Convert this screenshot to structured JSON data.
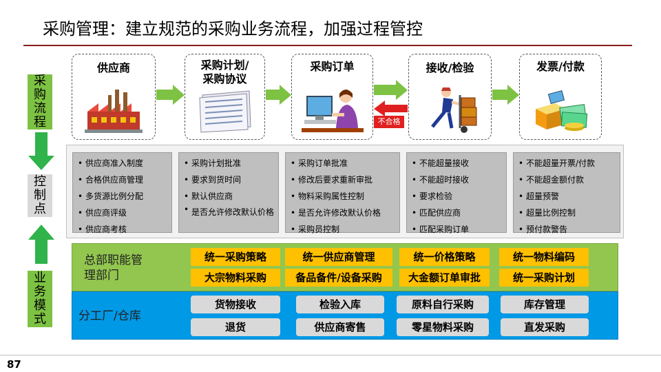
{
  "title": "采购管理：建立规范的采购业务流程，加强过程管控",
  "page_number": "87",
  "side_labels": {
    "flow": [
      "采",
      "购",
      "流",
      "程"
    ],
    "control": [
      "控",
      "制",
      "点"
    ],
    "mode": [
      "业",
      "务",
      "模",
      "式"
    ]
  },
  "stages": [
    {
      "title": "供应商",
      "icon": "factory-icon"
    },
    {
      "title_line1": "采购计划/",
      "title_line2": "采购协议",
      "icon": "document-stack-icon"
    },
    {
      "title": "采购订单",
      "icon": "clerk-computer-icon"
    },
    {
      "title": "接收/检验",
      "icon": "hand-truck-icon"
    },
    {
      "title": "发票/付款",
      "icon": "money-icon"
    }
  ],
  "reject_label": "不合格",
  "control_points": [
    [
      "供应商准入制度",
      "合格供应商管理",
      "多货源比例分配",
      "供应商评级",
      "供应商考核"
    ],
    [
      "采购计划批准",
      "要求到货时间",
      "默认供应商",
      "是否允许修改默认价格"
    ],
    [
      "采购订单批准",
      "修改后要求重新审批",
      "物料采购属性控制",
      "是否允许修改默认价格",
      "采购员控制"
    ],
    [
      "不能超量接收",
      "不能超时接收",
      "要求检验",
      "匹配供应商",
      "匹配采购订单"
    ],
    [
      "不能超量开票/付款",
      "不能超金额付款",
      "超量预警",
      "超量比例控制",
      "预付款警告"
    ]
  ],
  "hq": {
    "label_line1": "总部职能管",
    "label_line2": "理部门",
    "row1": [
      "统一采购策略",
      "统一供应商管理",
      "统一价格策略",
      "统一物料编码"
    ],
    "row2": [
      "大宗物料采购",
      "备品备件/设备采购",
      "大金额订单审批",
      "统一采购计划"
    ]
  },
  "factory": {
    "label": "分工厂/仓库",
    "row1": [
      "货物接收",
      "检验入库",
      "原料自行采购",
      "库存管理"
    ],
    "row2": [
      "退货",
      "供应商寄售",
      "零星物料采购",
      "直发采购"
    ]
  },
  "colors": {
    "title_rule": "#8b1a1a",
    "arrow_green": "#7dc243",
    "band_green": "#92c64f",
    "band_blue": "#0099e6",
    "pill_orange": "#ffc000",
    "reject_red": "#e02020"
  }
}
